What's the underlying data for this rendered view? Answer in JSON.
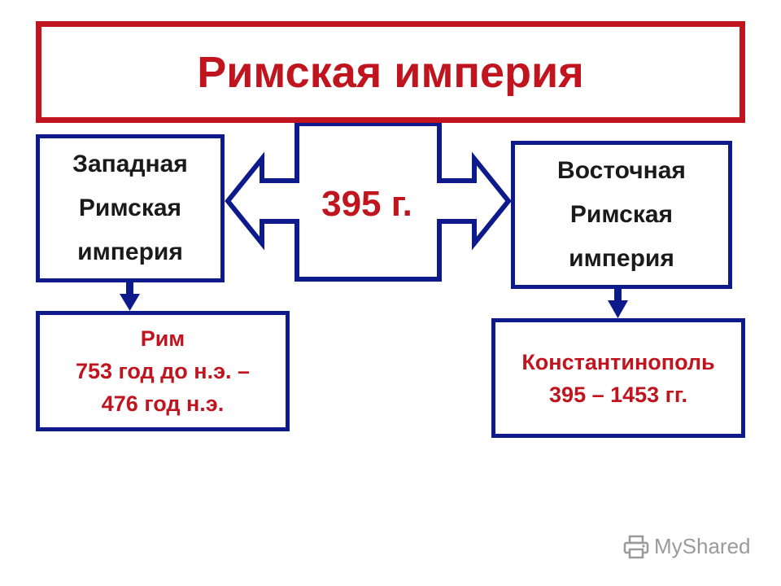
{
  "title": "Римская империя",
  "center": {
    "year": "395 г."
  },
  "west": {
    "lines": [
      "Западная",
      "Римская",
      "империя"
    ]
  },
  "east": {
    "lines": [
      "Восточная",
      "Римская",
      "империя"
    ]
  },
  "west_capital": {
    "lines": [
      "Рим",
      "753 год до н.э. –",
      "476 год н.э."
    ]
  },
  "east_capital": {
    "lines": [
      "Константинополь",
      "395 – 1453 гг."
    ]
  },
  "watermark": "MyShared",
  "colors": {
    "title_red": "#c0141e",
    "border_blue": "#0c1a8c",
    "text_dark": "#1a1a1a"
  },
  "icons": {
    "watermark_icon": "printer-icon"
  }
}
